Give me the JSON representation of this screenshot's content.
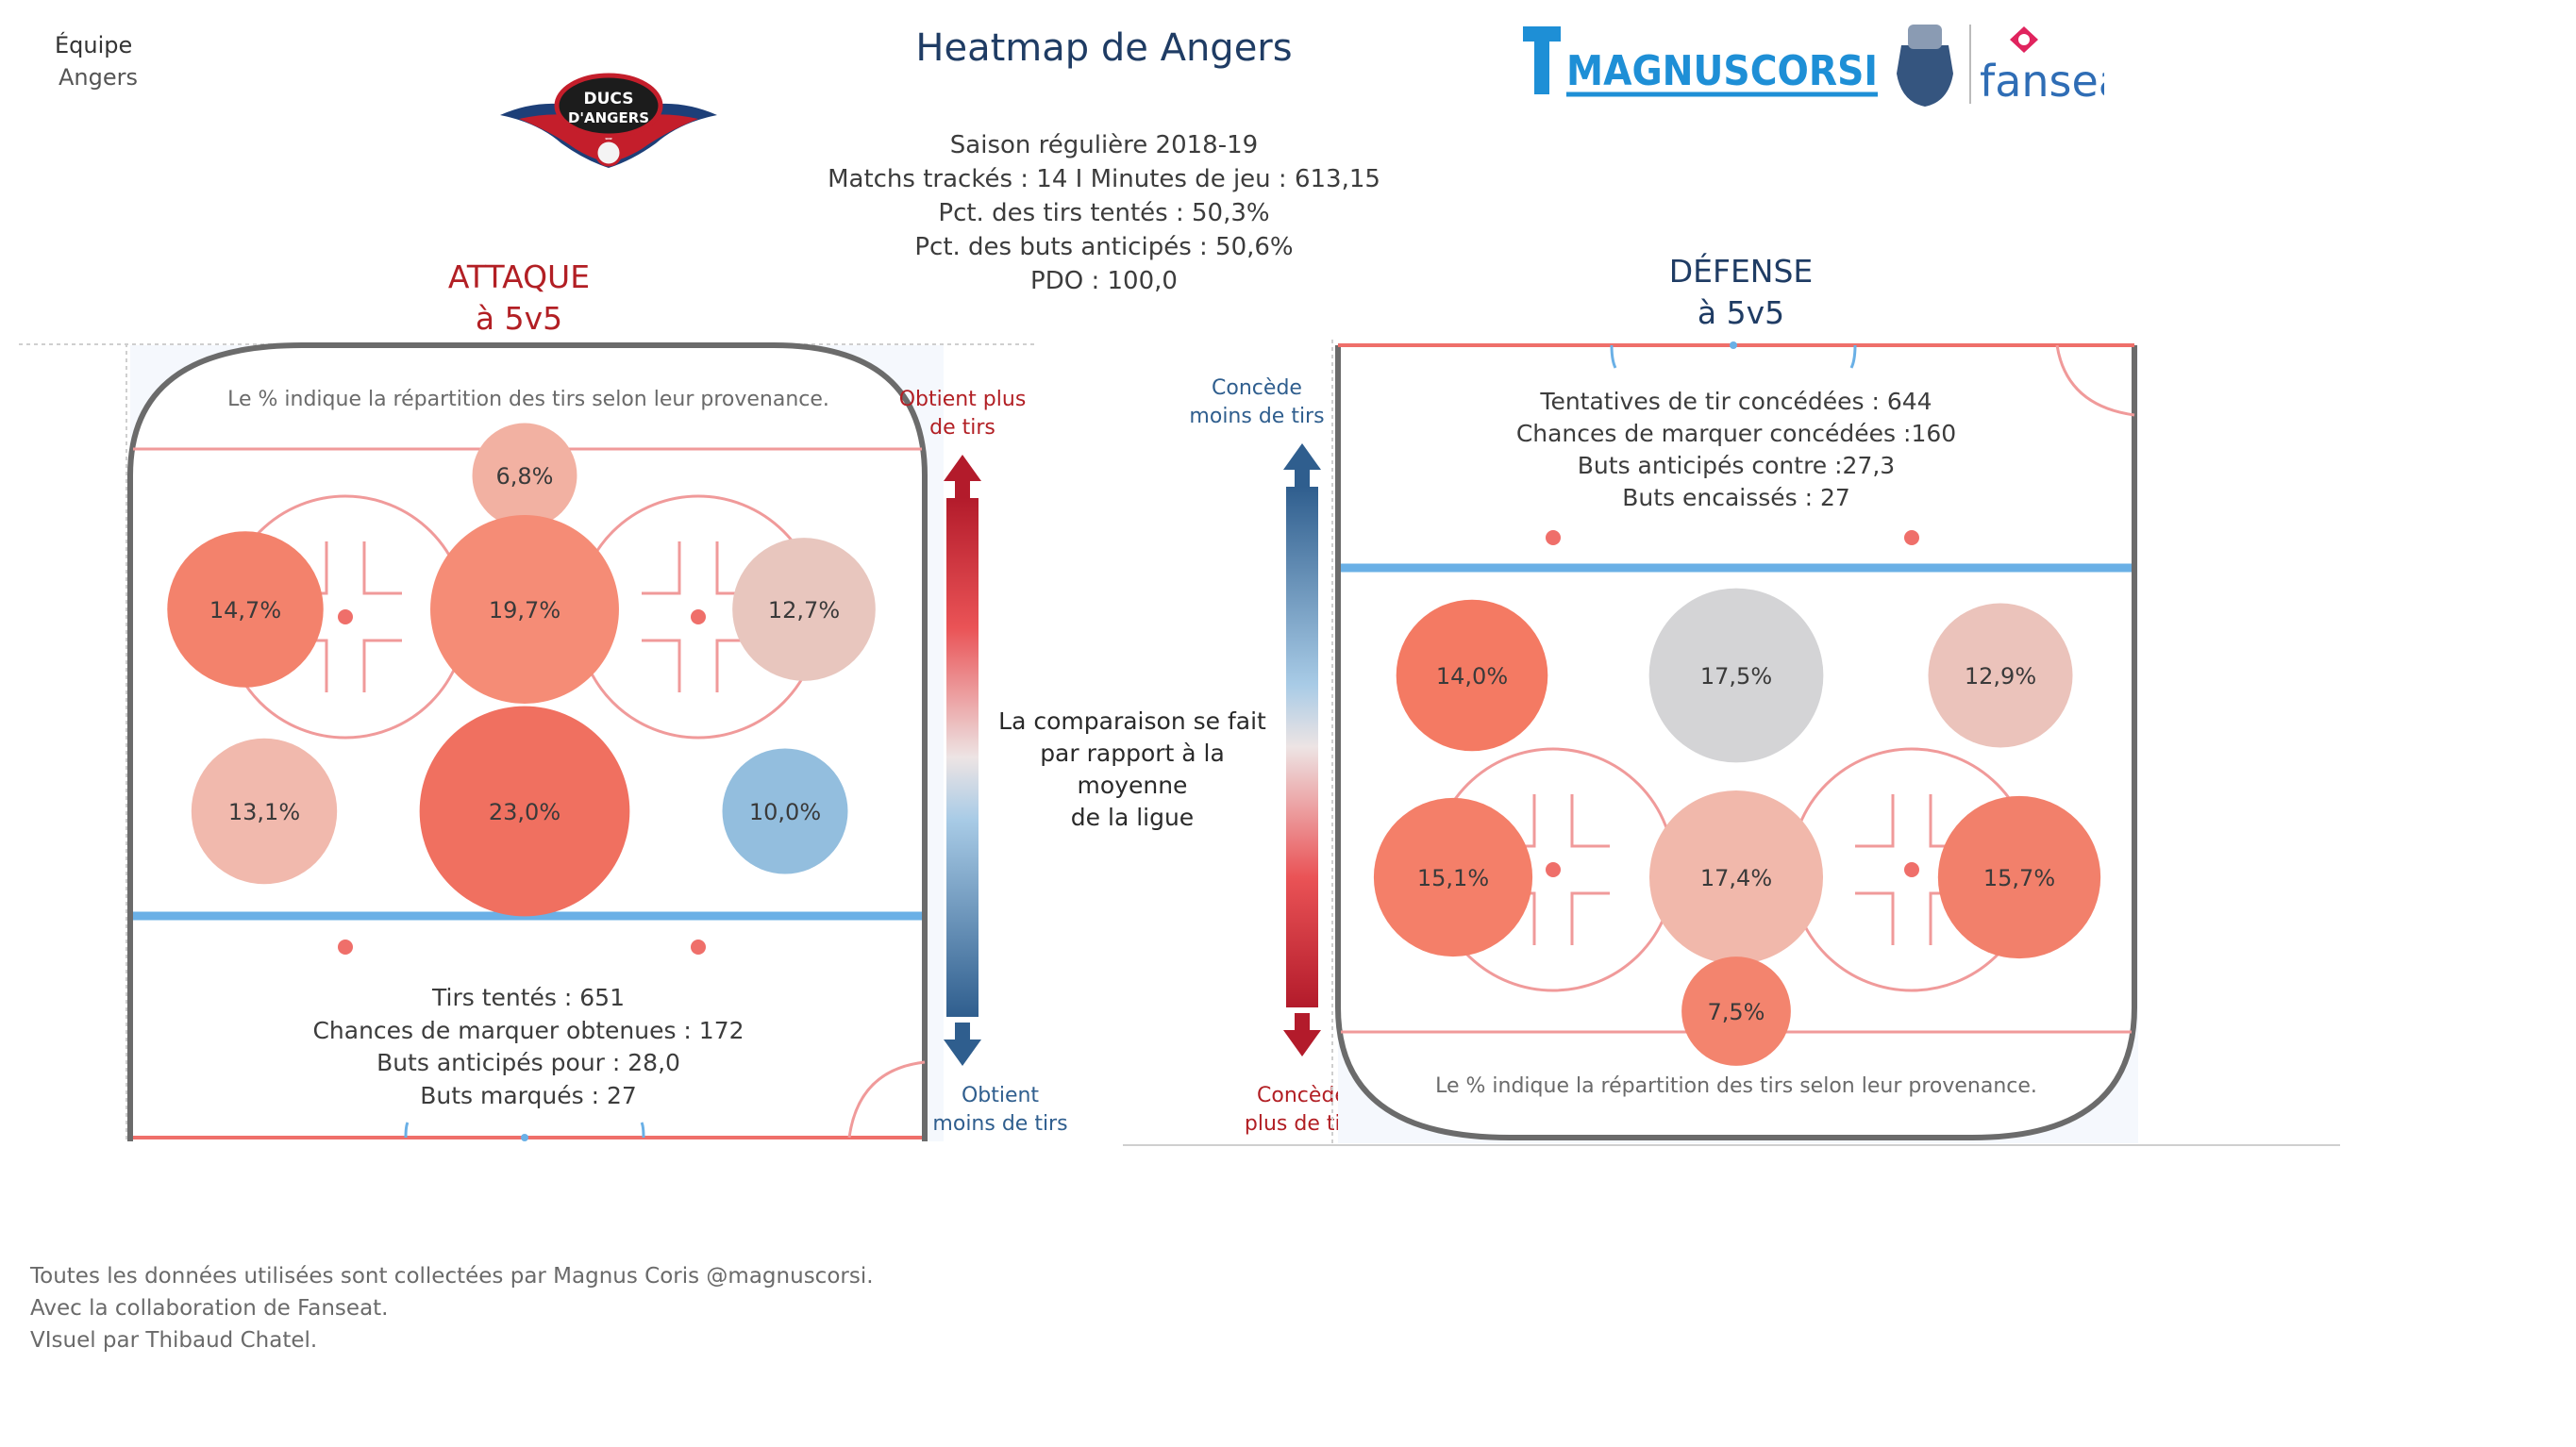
{
  "filter": {
    "label": "Équipe",
    "value": "Angers"
  },
  "title": "Heatmap de Angers",
  "stats": [
    "Saison régulière 2018-19",
    "Matchs trackés : 14 I Minutes de jeu : 613,15",
    "Pct. des tirs tentés : 50,3%",
    "Pct. des buts anticipés : 50,6%",
    "PDO : 100,0"
  ],
  "logos": {
    "team_line1": "DUCS",
    "team_line2": "D'ANGERS",
    "sponsor1": "MAGNUSCORSI",
    "sponsor2": "fanseat"
  },
  "attack": {
    "title_line1": "ATTAQUE",
    "title_line2": "à 5v5",
    "note": "Le % indique la répartition des tirs selon leur provenance.",
    "zones": [
      {
        "label": "6,8%",
        "value": 6.8,
        "color": "#f2b1a2"
      },
      {
        "label": "14,7%",
        "value": 14.7,
        "color": "#f3826c"
      },
      {
        "label": "19,7%",
        "value": 19.7,
        "color": "#f58c76"
      },
      {
        "label": "12,7%",
        "value": 12.7,
        "color": "#e8c6be"
      },
      {
        "label": "13,1%",
        "value": 13.1,
        "color": "#f1b9ad"
      },
      {
        "label": "23,0%",
        "value": 23.0,
        "color": "#f07060"
      },
      {
        "label": "10,0%",
        "value": 10.0,
        "color": "#93bede"
      }
    ],
    "summary": [
      "Tirs tentés : 651",
      "Chances de marquer obtenues : 172",
      "Buts anticipés pour : 28,0",
      "Buts marqués : 27"
    ]
  },
  "defense": {
    "title_line1": "DÉFENSE",
    "title_line2": "à 5v5",
    "note": "Le % indique la répartition des tirs selon leur provenance.",
    "zones": [
      {
        "label": "14,0%",
        "value": 14.0,
        "color": "#f47a63"
      },
      {
        "label": "17,5%",
        "value": 17.5,
        "color": "#d4d4d6"
      },
      {
        "label": "12,9%",
        "value": 12.9,
        "color": "#ebc3bb"
      },
      {
        "label": "15,1%",
        "value": 15.1,
        "color": "#f47f69"
      },
      {
        "label": "17,4%",
        "value": 17.4,
        "color": "#f1b8ab"
      },
      {
        "label": "15,7%",
        "value": 15.7,
        "color": "#f2806b"
      },
      {
        "label": "7,5%",
        "value": 7.5,
        "color": "#f3846e"
      }
    ],
    "summary": [
      "Tentatives de tir concédées : 644",
      "Chances de marquer concédées :160",
      "Buts anticipés contre :27,3",
      "Buts encaissés : 27"
    ]
  },
  "legend_attack": {
    "top": "Obtient plus\nde tirs",
    "bottom": "Obtient\nmoins de tirs",
    "top_color": "#b21f24",
    "bottom_color": "#2f5e8e"
  },
  "legend_defense": {
    "top": "Concède\nmoins de tirs",
    "bottom": "Concède\nplus de tirs",
    "top_color": "#2f5e8e",
    "bottom_color": "#b21f24"
  },
  "comparison": "La comparaison se fait\npar rapport à la moyenne\nde la ligue",
  "footer": [
    "Toutes les données utilisées sont collectées par Magnus Coris @magnuscorsi.",
    "Avec la collaboration de Fanseat.",
    "VIsuel par Thibaud Chatel."
  ]
}
